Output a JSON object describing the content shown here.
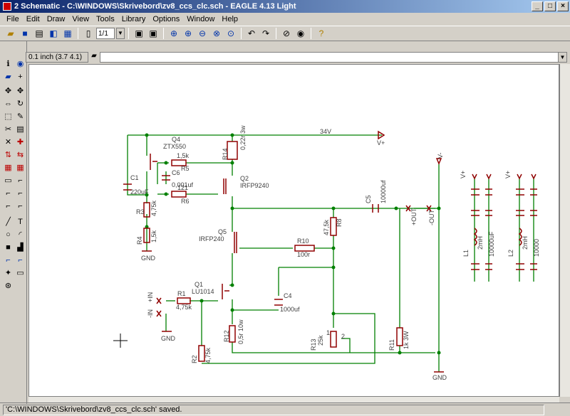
{
  "window": {
    "title": "2 Schematic - C:\\WINDOWS\\Skrivebord\\zv8_ccs_clc.sch - EAGLE 4.13 Light",
    "minimize": "_",
    "maximize": "□",
    "close": "×"
  },
  "menu": [
    "File",
    "Edit",
    "Draw",
    "View",
    "Tools",
    "Library",
    "Options",
    "Window",
    "Help"
  ],
  "toolbar": {
    "sheet": "1/1"
  },
  "command": {
    "coord": "0.1 inch (3.7 4.1)"
  },
  "status": {
    "text": "'C:\\WINDOWS\\Skrivebord\\zv8_ccs_clc.sch' saved."
  },
  "schematic": {
    "rail_label": "34V",
    "vplus": "V+",
    "vminus": "V-",
    "gnd": "GND",
    "in_plus": "+IN",
    "in_minus": "-IN",
    "out_plus": "+OUT",
    "out_minus": "-OUT",
    "q4": "Q4",
    "q4_val": "ZTX550",
    "q2": "Q2",
    "q2_val": "IRFP9240",
    "q5": "Q5",
    "q5_val": "IRFP240",
    "q1": "Q1",
    "q1_val": "LU1014",
    "r1": "R1",
    "r1_val": "4,75k",
    "r2": "R2",
    "r2_val": "4,75k",
    "r3": "R3",
    "r3_val": "4,75k",
    "r4": "R4",
    "r4_val": "1,5k",
    "r5": "R5",
    "r5_val": "1,5k",
    "r6": "R6",
    "r6_val": "121",
    "r8": "R8",
    "r8_val": "47,5k",
    "r10": "R10",
    "r10_val": "100r",
    "r11": "R11",
    "r11_val": "1k 3W",
    "r12": "R12",
    "r12_val": "0,5r 10w",
    "r13": "R13",
    "r13_val": "25k",
    "r14": "R14",
    "r14_val": "0,22r 3w",
    "c1": "C1",
    "c1_val": "220uF",
    "c4": "C4",
    "c4_val": "1000uf",
    "c5": "C5",
    "c5_val": "10000uf",
    "c6": "C6",
    "c6_val": "0,001uf",
    "l1": "L1",
    "l1_val": "2mH",
    "l2": "L2",
    "l2_val": "2mH",
    "c_l1": "10000uF",
    "c_l2": "10000",
    "pin1": "1",
    "pin2": "2"
  }
}
